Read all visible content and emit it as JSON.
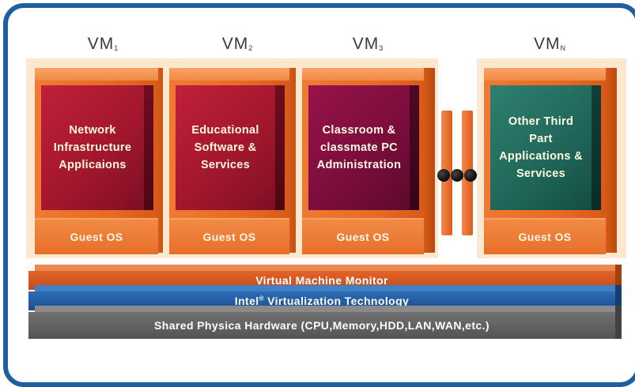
{
  "vms": [
    {
      "title": "VM",
      "sub": "1",
      "panel": "Network Infrastructure Applicaions",
      "guest": "Guest OS"
    },
    {
      "title": "VM",
      "sub": "2",
      "panel": "Educational Software & Services",
      "guest": "Guest OS"
    },
    {
      "title": "VM",
      "sub": "3",
      "panel": "Classroom & classmate PC Administration",
      "guest": "Guest OS"
    },
    {
      "title": "VM",
      "sub": "N",
      "panel": "Other Third Part Applications & Services",
      "guest": "Guest OS"
    }
  ],
  "layers": {
    "vmm": "Virtual Machine Monitor",
    "vt_prefix": "Intel",
    "vt_mark": "®",
    "vt_suffix": " Virtualization Technology",
    "hardware": "Shared Physica Hardware (CPU,Memory,HDD,LAN,WAN,etc.)"
  },
  "colors": {
    "frame": "#1d5f9f",
    "shell": "#e86a24",
    "panel_red": "#a3172e",
    "panel_plum": "#7c0d3c",
    "panel_green": "#1f6659",
    "vmm_bar": "#c44b1a",
    "vt_bar": "#1b4f8e",
    "hw_bar": "#545454"
  }
}
